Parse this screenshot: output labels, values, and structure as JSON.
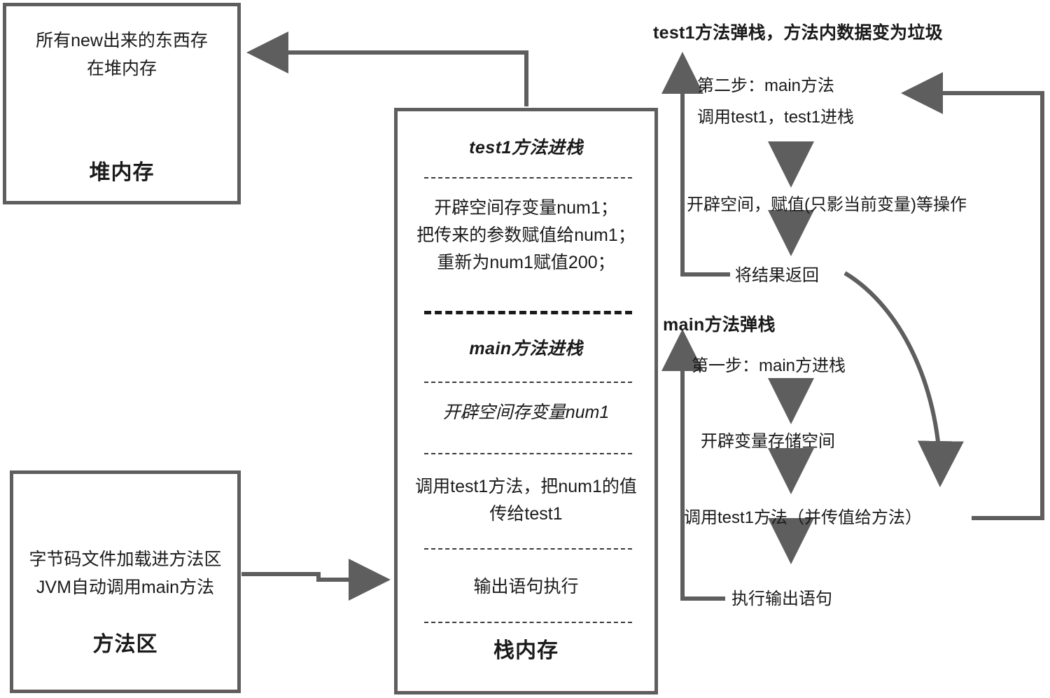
{
  "diagram": {
    "title": "JVM memory model: heap, method area and stack frames",
    "stroke_color": "#5e5e5e",
    "box_border_color": "#5e5e5e",
    "text_color": "#1a1a1a",
    "background": "#ffffff"
  },
  "heap": {
    "caption": "堆内存",
    "line1": "所有new出来的东西存",
    "line2": "在堆内存"
  },
  "method_area": {
    "caption": "方法区",
    "line1": "字节码文件加载进方法区",
    "line2": "JVM自动调用main方法"
  },
  "stack": {
    "caption": "栈内存",
    "frames": [
      {
        "title": "test1方法进栈",
        "lines": [
          "开辟空间存变量num1；",
          "把传来的参数赋值给num1；",
          "重新为num1赋值200；"
        ]
      },
      {
        "title": "main方法进栈",
        "lines": [
          "开辟空间存变量num1"
        ],
        "italic": true
      }
    ],
    "rows": [
      "调用test1方法，把num1的值",
      "传给test1",
      "输出语句执行"
    ]
  },
  "flow": {
    "test1_pop_title": "test1方法弹栈，方法内数据变为垃圾",
    "main_pop_title": "main方法弹栈",
    "step2_line1": "第二步：main方法",
    "step2_line2": "调用test1，test1进栈",
    "step2_alloc": "开辟空间，赋值(只影当前变量)等操作",
    "step2_return": "将结果返回",
    "step1_line1": "第一步：main方进栈",
    "step1_alloc": "开辟变量存储空间",
    "step1_call": "调用test1方法（并传值给方法）",
    "step1_output": "执行输出语句"
  }
}
